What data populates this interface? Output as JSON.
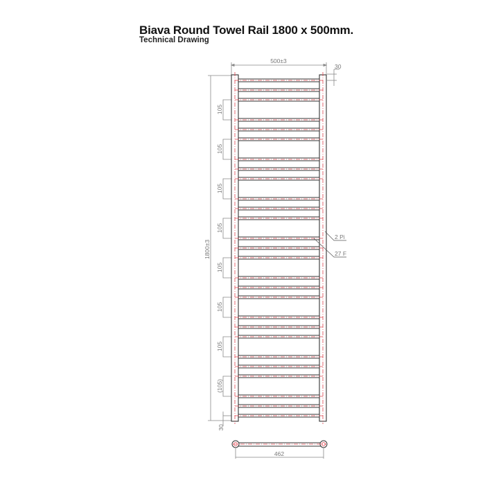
{
  "header": {
    "title": "Biava Round Towel Rail 1800 x 500mm.",
    "subtitle": "Technical Drawing"
  },
  "dimensions": {
    "overall_width": "500±3",
    "overall_height": "1800±3",
    "top_offset": "30",
    "bottom_offset": "30",
    "group_spacing": "105",
    "last_group_spacing": "(105)",
    "pipe_centres": "462",
    "callout_pipes": "2 Pi",
    "callout_rails": "27 F"
  },
  "drawing": {
    "rail_groups": 9,
    "rails_per_group": 3,
    "colors": {
      "outline": "#333333",
      "centerline": "#e0454f",
      "dimension": "#888888"
    }
  }
}
